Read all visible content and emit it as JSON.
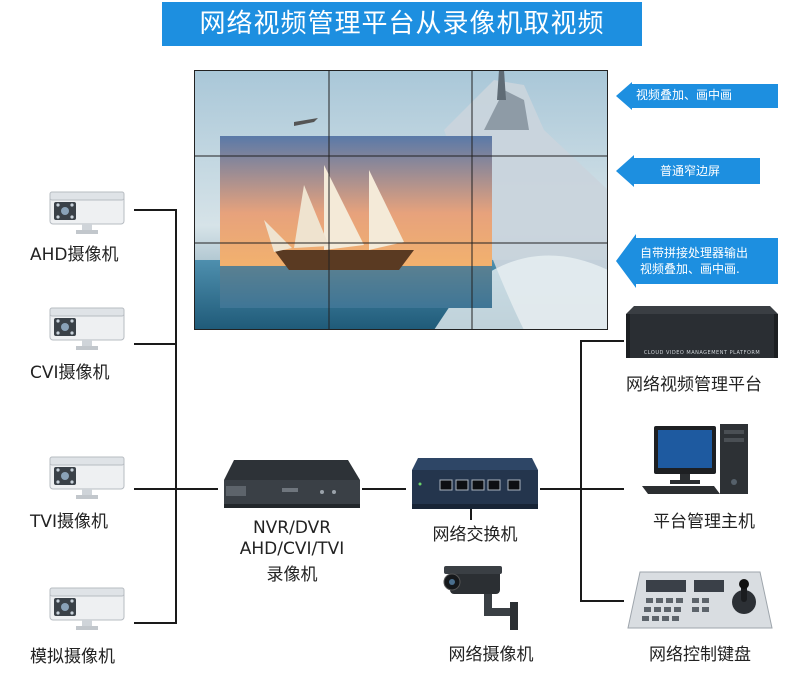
{
  "title": "网络视频管理平台从录像机取视频",
  "callouts": {
    "overlay_pip": "视频叠加、画中画",
    "narrow_bezel": "普通窄边屏",
    "processor_line1": "自带拼接处理器输出",
    "processor_line2": "视频叠加、画中画."
  },
  "cameras": {
    "ahd": "AHD摄像机",
    "cvi": "CVI摄像机",
    "tvi": "TVI摄像机",
    "analog": "模拟摄像机"
  },
  "recorder": {
    "line1": "NVR/DVR",
    "line2": "AHD/CVI/TVI",
    "line3": "录像机"
  },
  "switch_label": "网络交换机",
  "ip_camera_label": "网络摄像机",
  "platform": {
    "label": "网络视频管理平台",
    "panel_text": "CLOUD VIDEO MANAGEMENT PLATFORM"
  },
  "host_label": "平台管理主机",
  "keyboard_label": "网络控制键盘",
  "colors": {
    "title_bg": "#1d8fe0",
    "callout_arrow": "#1d8fe0",
    "connector_line": "#1a1a1a"
  }
}
